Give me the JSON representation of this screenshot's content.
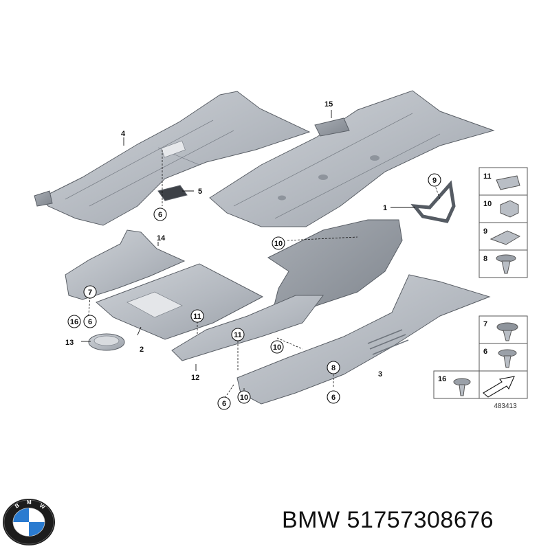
{
  "diagram": {
    "parts": {
      "p1": "1",
      "p2": "2",
      "p3": "3",
      "p4": "4",
      "p5": "5",
      "p12": "12",
      "p13": "13",
      "p14": "14",
      "p15": "15"
    },
    "callouts": {
      "c6a": "6",
      "c6b": "6",
      "c6c": "6",
      "c6d": "6",
      "c7": "7",
      "c8": "8",
      "c9": "9",
      "c10a": "10",
      "c10b": "10",
      "c11a": "11",
      "c11b": "11",
      "c16": "16"
    },
    "legend": {
      "top": [
        "11",
        "10",
        "9",
        "8"
      ],
      "bottom": [
        "7",
        "6"
      ],
      "corner": "16"
    },
    "diagram_id": "483413"
  },
  "footer": {
    "brand": "BMW",
    "part_number": "51757308676",
    "logo_letters": "BMW"
  },
  "colors": {
    "panel_fill": "#b9bec5",
    "panel_dark": "#8e949c",
    "logo_blue": "#2a7bd0",
    "logo_ring": "#1c1c1c"
  }
}
